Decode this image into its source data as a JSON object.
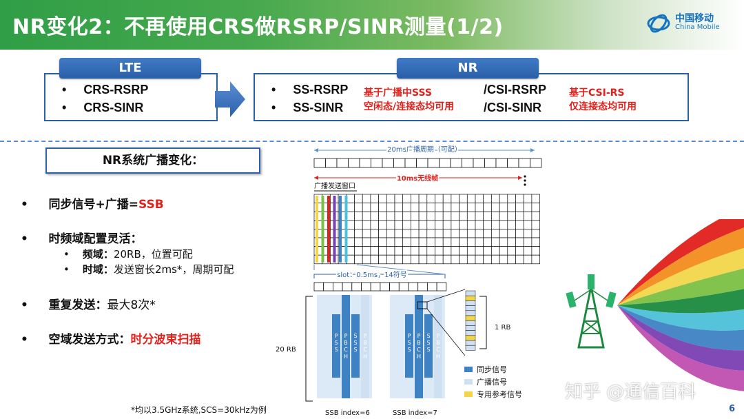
{
  "title": "NR变化2：不再使用CRS做RSRP/SINR测量(1/2)",
  "logo": {
    "cn": "中国移动",
    "en": "China Mobile"
  },
  "lte": {
    "header": "LTE",
    "items": [
      "CRS-RSRP",
      "CRS-SINR"
    ]
  },
  "nr": {
    "header": "NR",
    "items": [
      "SS-RSRP",
      "SS-SINR"
    ],
    "ss_note": [
      "基于广播中SSS",
      "空闲态/连接态均可用"
    ],
    "csi_items": [
      "/CSI-RSRP",
      "/CSI-SINR"
    ],
    "csi_note": [
      "基于CSI-RS",
      "仅连接态均可用"
    ]
  },
  "broadcast_box": "NR系统广播变化：",
  "bullets": {
    "sync_prefix": "同步信号+广播=",
    "sync_value": "SSB",
    "tf_title": "时频域配置灵活：",
    "freq_label": "频域：",
    "freq_value": "20RB，位置可配",
    "time_label": "时域：",
    "time_value": "发送窗长2ms*，周期可配",
    "repeat_label": "重复发送：",
    "repeat_value": "最大8次*",
    "spatial_label": "空域发送方式：",
    "spatial_value": "时分波束扫描"
  },
  "footnote": "*均以3.5GHz系统,SCS=30kHz为例",
  "diagram": {
    "period_label": "20ms广播周期（可配）",
    "frame_label": "10ms无线帧",
    "window_label": "广播发送窗口",
    "slot_label": "slot：0.5ms，14符号",
    "rb20": "20 RB",
    "rb1": "1 RB",
    "pss": "P S S",
    "sss": "S S S",
    "pbch": "P B C H",
    "ssb6": "SSB index=6",
    "ssb7": "SSB index=7",
    "legend": [
      "同步信号",
      "广播信号",
      "专用参考信号"
    ]
  },
  "watermark": "知乎 @通信百科",
  "page_number": "6",
  "colors": {
    "accent": "#2b5fa8",
    "red": "#e0201b",
    "sync": "#3f82c4",
    "broadcast": "#cfe0f2",
    "ref": "#f2d64a"
  }
}
